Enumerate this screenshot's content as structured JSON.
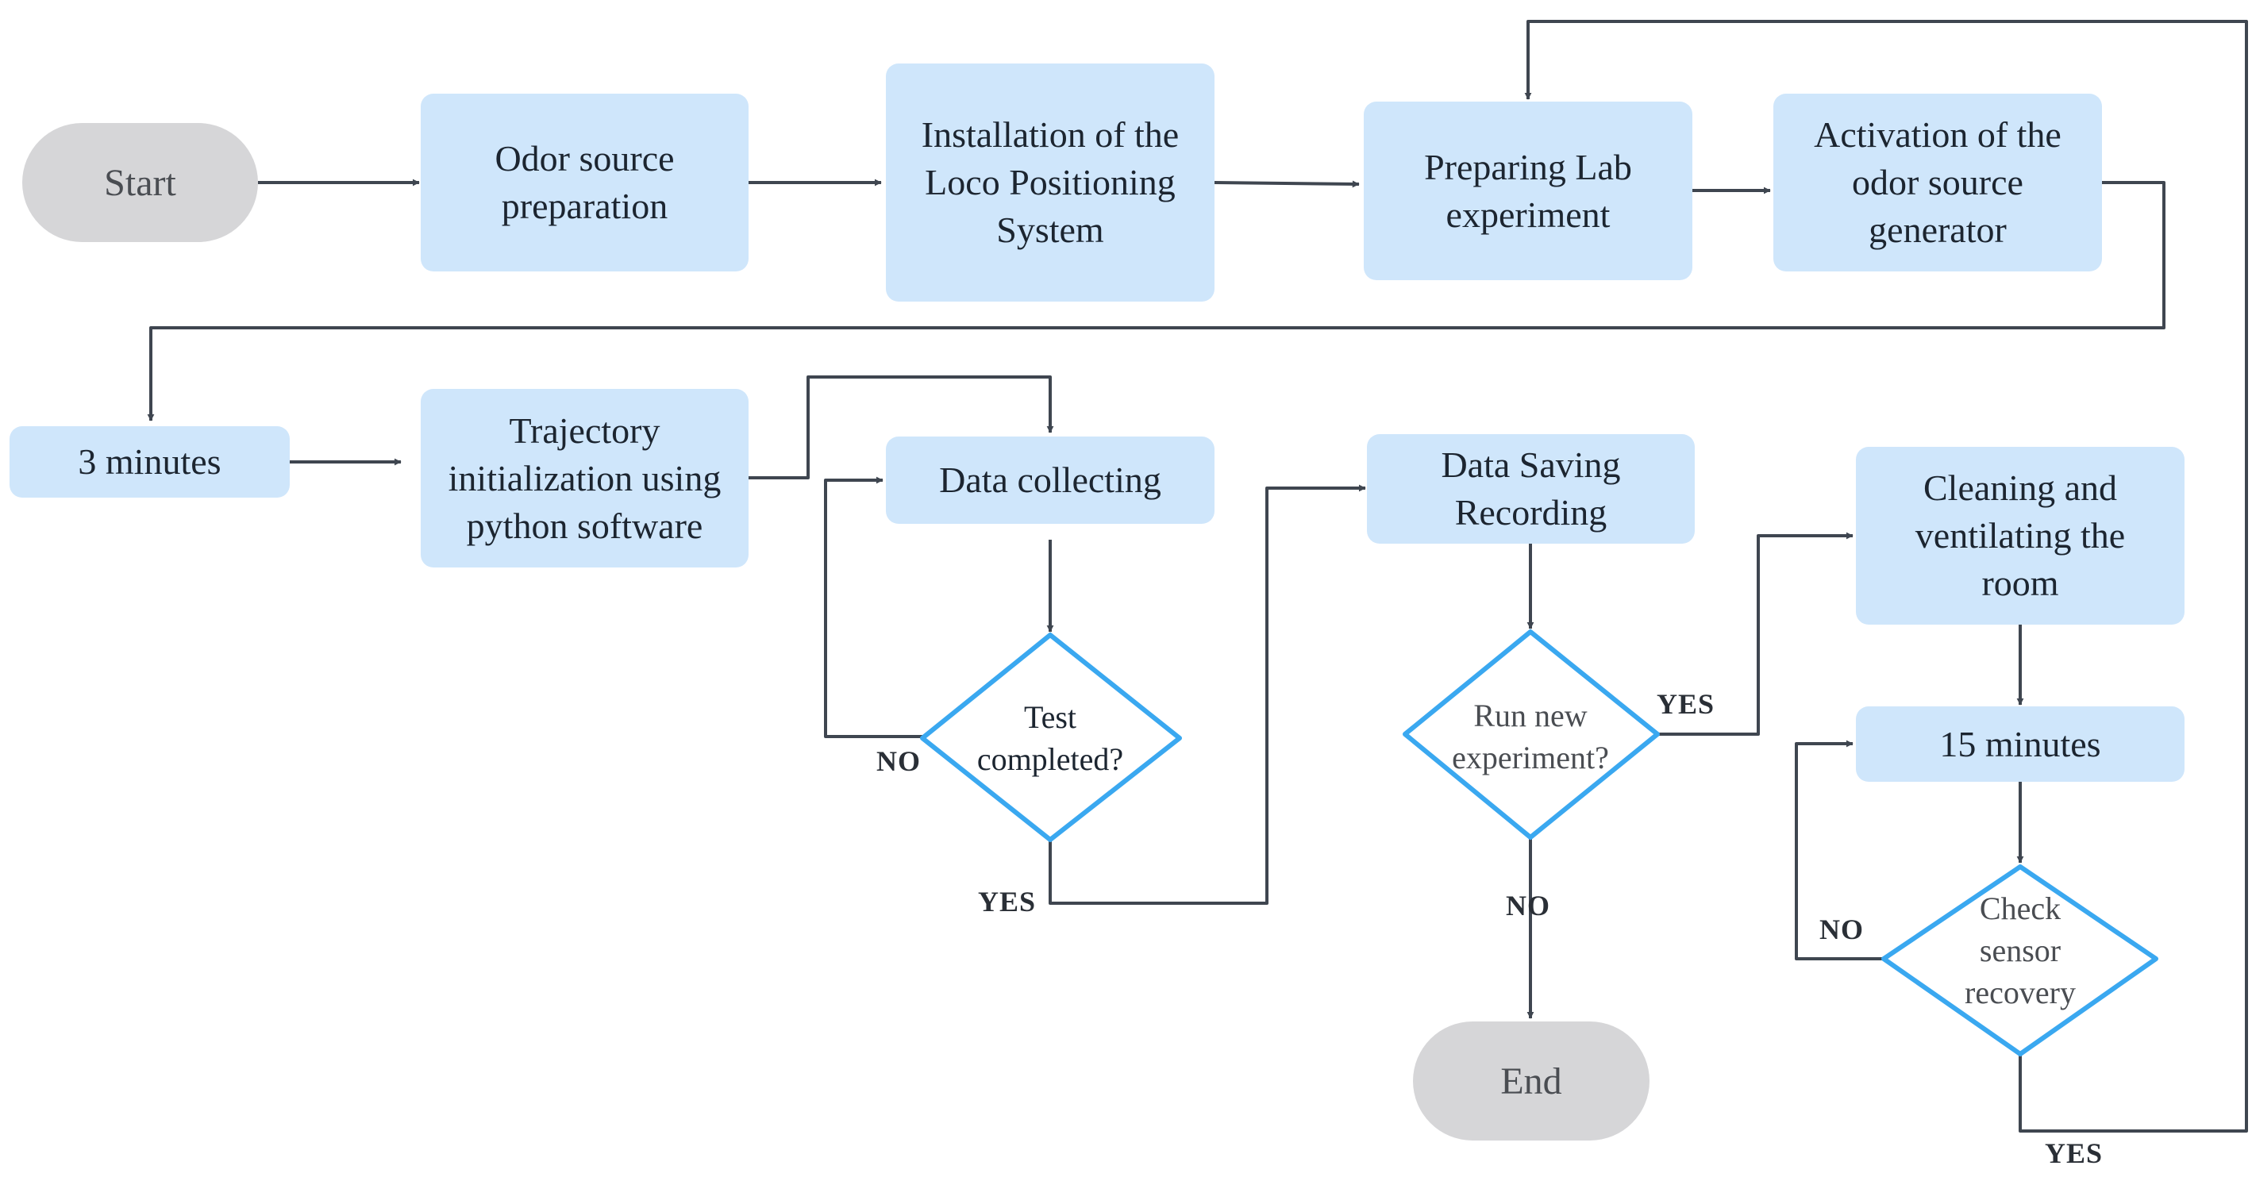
{
  "nodes": {
    "start": "Start",
    "odor_source_prep": "Odor source\npreparation",
    "installation_lps": "Installation of the\nLoco Positioning\nSystem",
    "preparing_lab": "Preparing Lab\nexperiment",
    "activation_generator": "Activation of the\nodor source\ngenerator",
    "three_minutes": "3 minutes",
    "trajectory_init": "Trajectory\ninitialization using\npython software",
    "data_collecting": "Data collecting",
    "test_completed": "Test\ncompleted?",
    "data_saving": "Data Saving\nRecording",
    "run_new_experiment": "Run new\nexperiment?",
    "cleaning": "Cleaning and\nventilating the\nroom",
    "fifteen_minutes": "15 minutes",
    "check_sensor": "Check\nsensor\nrecovery",
    "end": "End"
  },
  "branch_labels": {
    "test_no": "NO",
    "test_yes": "YES",
    "run_yes": "YES",
    "run_no": "NO",
    "check_no": "NO",
    "check_yes": "YES"
  },
  "colors": {
    "process_fill": "#cfe6fb",
    "terminal_fill": "#d6d6d8",
    "decision_stroke": "#3aa8f0",
    "connector": "#3f4650"
  }
}
